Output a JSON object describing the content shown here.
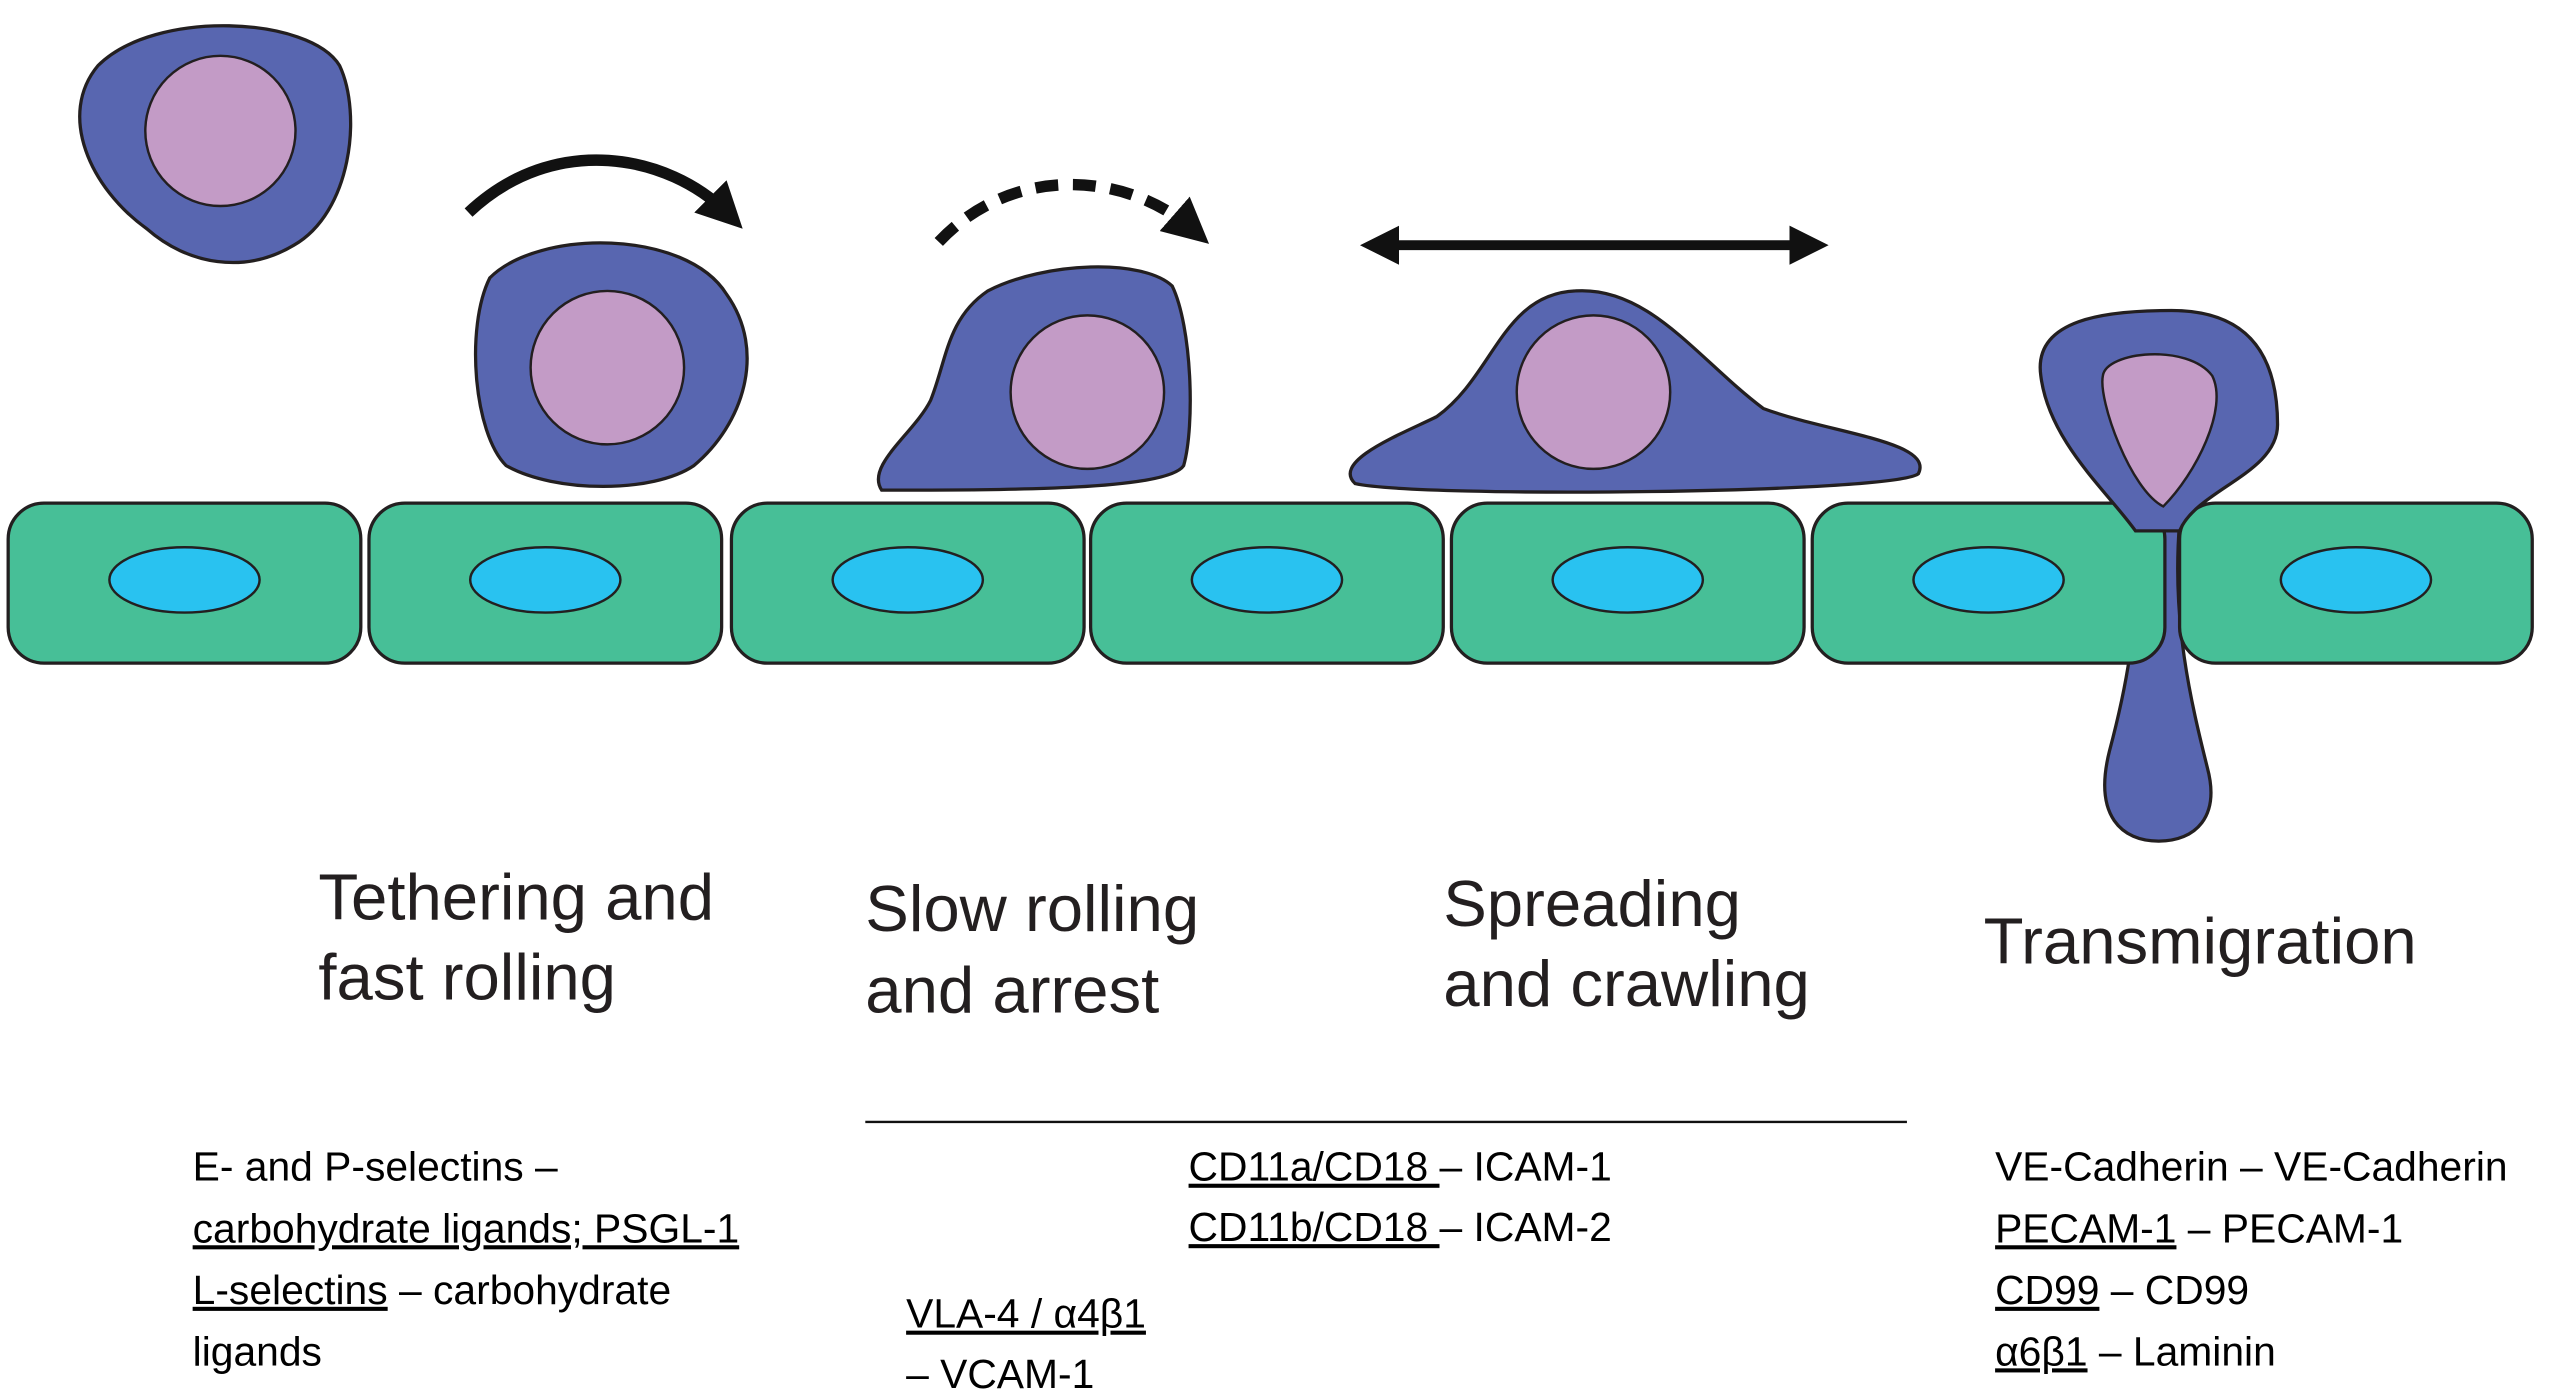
{
  "colors": {
    "endothelial_cell": "#47bf97",
    "endothelial_nucleus": "#29c2f0",
    "leukocyte": "#5866b0",
    "leukocyte_nucleus": "#c39bc6",
    "outline": "#231f20"
  },
  "stages": [
    {
      "lines": [
        "Tethering and",
        "fast rolling"
      ]
    },
    {
      "lines": [
        "Slow rolling",
        "and arrest"
      ]
    },
    {
      "lines": [
        "Spreading",
        "and crawling"
      ]
    },
    {
      "lines": [
        "Transmigration"
      ]
    }
  ],
  "molecules": {
    "selectins": [
      [
        {
          "text": "E- and P-selectins –",
          "underline": false
        }
      ],
      [
        {
          "text": "carbohydrate ligands; PSGL-1",
          "underline": true
        }
      ],
      [
        {
          "text": "L-selectins",
          "underline": true
        },
        {
          "text": " – carbohydrate",
          "underline": false
        }
      ],
      [
        {
          "text": "ligands",
          "underline": false
        }
      ]
    ],
    "integrins": [
      [
        {
          "text": "CD11a/CD18 ",
          "underline": true
        },
        {
          "text": "– ICAM-1",
          "underline": false
        }
      ],
      [
        {
          "text": "CD11b/CD18 ",
          "underline": true
        },
        {
          "text": "– ICAM-2",
          "underline": false
        }
      ]
    ],
    "vla4": [
      [
        {
          "text": "VLA-4 / α4β1",
          "underline": true
        }
      ],
      [
        {
          "text": "– VCAM-1",
          "underline": false
        }
      ]
    ],
    "junctional": [
      [
        {
          "text": "VE-Cadherin – VE-Cadherin",
          "underline": false
        }
      ],
      [
        {
          "text": "PECAM-1",
          "underline": true
        },
        {
          "text": " – PECAM-1",
          "underline": false
        }
      ],
      [
        {
          "text": "CD99",
          "underline": true
        },
        {
          "text": " – CD99",
          "underline": false
        }
      ],
      [
        {
          "text": "α6β1",
          "underline": true
        },
        {
          "text": " – Laminin",
          "underline": false
        }
      ]
    ]
  }
}
